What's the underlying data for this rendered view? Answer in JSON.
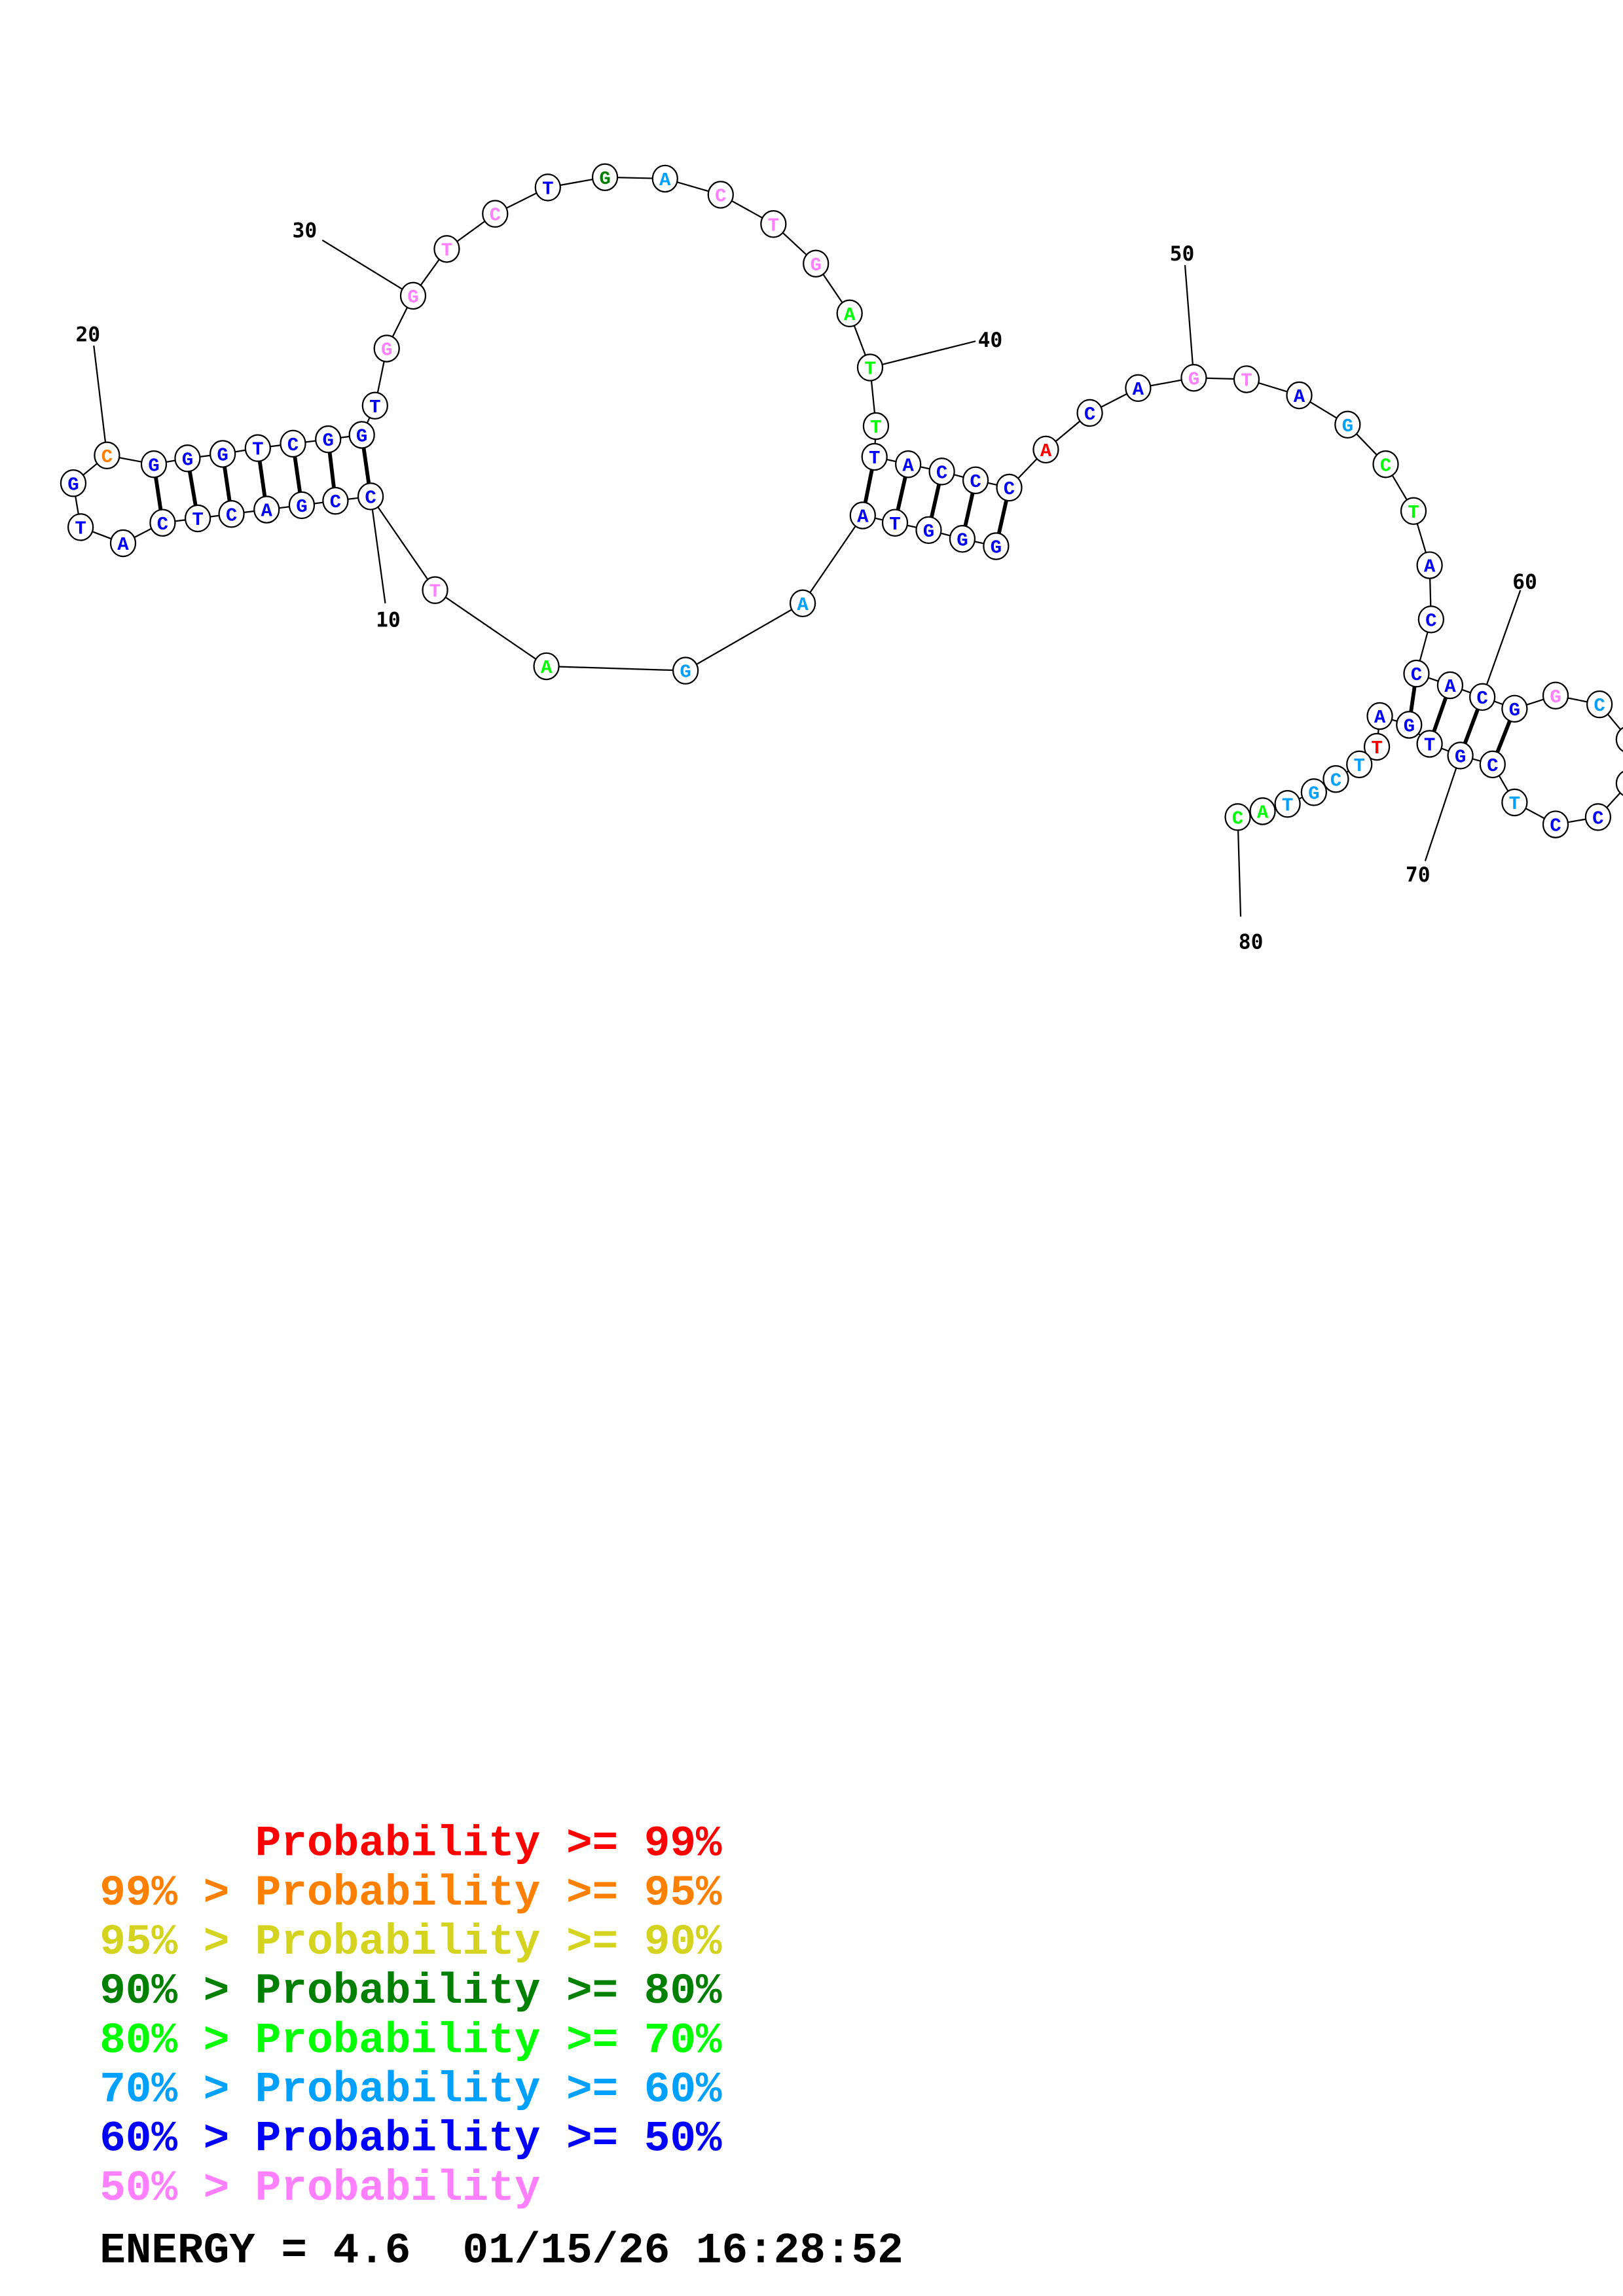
{
  "diagram": {
    "type": "rna-secondary-structure",
    "sequence": [
      {
        "n": 1,
        "base": "G",
        "prob_class": 6
      },
      {
        "n": 2,
        "base": "G",
        "prob_class": 6
      },
      {
        "n": 3,
        "base": "G",
        "prob_class": 6
      },
      {
        "n": 4,
        "base": "T",
        "prob_class": 6
      },
      {
        "n": 5,
        "base": "A",
        "prob_class": 6
      },
      {
        "n": 6,
        "base": "A",
        "prob_class": 5
      },
      {
        "n": 7,
        "base": "G",
        "prob_class": 5
      },
      {
        "n": 8,
        "base": "A",
        "prob_class": 4
      },
      {
        "n": 9,
        "base": "T",
        "prob_class": 7
      },
      {
        "n": 10,
        "base": "C",
        "prob_class": 6
      },
      {
        "n": 11,
        "base": "C",
        "prob_class": 6
      },
      {
        "n": 12,
        "base": "G",
        "prob_class": 6
      },
      {
        "n": 13,
        "base": "A",
        "prob_class": 6
      },
      {
        "n": 14,
        "base": "C",
        "prob_class": 6
      },
      {
        "n": 15,
        "base": "T",
        "prob_class": 6
      },
      {
        "n": 16,
        "base": "C",
        "prob_class": 6
      },
      {
        "n": 17,
        "base": "A",
        "prob_class": 6
      },
      {
        "n": 18,
        "base": "T",
        "prob_class": 6
      },
      {
        "n": 19,
        "base": "G",
        "prob_class": 6
      },
      {
        "n": 20,
        "base": "C",
        "prob_class": 1
      },
      {
        "n": 21,
        "base": "G",
        "prob_class": 6
      },
      {
        "n": 22,
        "base": "G",
        "prob_class": 6
      },
      {
        "n": 23,
        "base": "G",
        "prob_class": 6
      },
      {
        "n": 24,
        "base": "T",
        "prob_class": 6
      },
      {
        "n": 25,
        "base": "C",
        "prob_class": 6
      },
      {
        "n": 26,
        "base": "G",
        "prob_class": 6
      },
      {
        "n": 27,
        "base": "G",
        "prob_class": 6
      },
      {
        "n": 28,
        "base": "T",
        "prob_class": 6
      },
      {
        "n": 29,
        "base": "G",
        "prob_class": 7
      },
      {
        "n": 30,
        "base": "G",
        "prob_class": 7
      },
      {
        "n": 31,
        "base": "T",
        "prob_class": 7
      },
      {
        "n": 32,
        "base": "C",
        "prob_class": 7
      },
      {
        "n": 33,
        "base": "T",
        "prob_class": 6
      },
      {
        "n": 34,
        "base": "G",
        "prob_class": 3
      },
      {
        "n": 35,
        "base": "A",
        "prob_class": 5
      },
      {
        "n": 36,
        "base": "C",
        "prob_class": 7
      },
      {
        "n": 37,
        "base": "T",
        "prob_class": 7
      },
      {
        "n": 38,
        "base": "G",
        "prob_class": 7
      },
      {
        "n": 39,
        "base": "A",
        "prob_class": 4
      },
      {
        "n": 40,
        "base": "T",
        "prob_class": 4
      },
      {
        "n": 41,
        "base": "T",
        "prob_class": 4
      },
      {
        "n": 42,
        "base": "T",
        "prob_class": 6
      },
      {
        "n": 43,
        "base": "A",
        "prob_class": 6
      },
      {
        "n": 44,
        "base": "C",
        "prob_class": 6
      },
      {
        "n": 45,
        "base": "C",
        "prob_class": 6
      },
      {
        "n": 46,
        "base": "C",
        "prob_class": 6
      },
      {
        "n": 47,
        "base": "A",
        "prob_class": 0
      },
      {
        "n": 48,
        "base": "C",
        "prob_class": 6
      },
      {
        "n": 49,
        "base": "A",
        "prob_class": 6
      },
      {
        "n": 50,
        "base": "G",
        "prob_class": 7
      },
      {
        "n": 51,
        "base": "T",
        "prob_class": 7
      },
      {
        "n": 52,
        "base": "A",
        "prob_class": 6
      },
      {
        "n": 53,
        "base": "G",
        "prob_class": 5
      },
      {
        "n": 54,
        "base": "C",
        "prob_class": 4
      },
      {
        "n": 55,
        "base": "T",
        "prob_class": 4
      },
      {
        "n": 56,
        "base": "A",
        "prob_class": 6
      },
      {
        "n": 57,
        "base": "C",
        "prob_class": 6
      },
      {
        "n": 58,
        "base": "C",
        "prob_class": 6
      },
      {
        "n": 59,
        "base": "A",
        "prob_class": 6
      },
      {
        "n": 60,
        "base": "C",
        "prob_class": 6
      },
      {
        "n": 61,
        "base": "G",
        "prob_class": 6
      },
      {
        "n": 62,
        "base": "G",
        "prob_class": 7
      },
      {
        "n": 63,
        "base": "C",
        "prob_class": 5
      },
      {
        "n": 64,
        "base": "A",
        "prob_class": 0
      },
      {
        "n": 65,
        "base": "A",
        "prob_class": 2
      },
      {
        "n": 66,
        "base": "C",
        "prob_class": 6
      },
      {
        "n": 67,
        "base": "C",
        "prob_class": 6
      },
      {
        "n": 68,
        "base": "T",
        "prob_class": 5
      },
      {
        "n": 69,
        "base": "C",
        "prob_class": 6
      },
      {
        "n": 70,
        "base": "G",
        "prob_class": 6
      },
      {
        "n": 71,
        "base": "T",
        "prob_class": 6
      },
      {
        "n": 72,
        "base": "G",
        "prob_class": 6
      },
      {
        "n": 73,
        "base": "A",
        "prob_class": 6
      },
      {
        "n": 74,
        "base": "T",
        "prob_class": 0
      },
      {
        "n": 75,
        "base": "T",
        "prob_class": 5
      },
      {
        "n": 76,
        "base": "C",
        "prob_class": 5
      },
      {
        "n": 77,
        "base": "G",
        "prob_class": 5
      },
      {
        "n": 78,
        "base": "T",
        "prob_class": 5
      },
      {
        "n": 79,
        "base": "A",
        "prob_class": 4
      },
      {
        "n": 80,
        "base": "C",
        "prob_class": 4
      }
    ],
    "pairs": [
      [
        1,
        46
      ],
      [
        2,
        45
      ],
      [
        3,
        44
      ],
      [
        4,
        43
      ],
      [
        5,
        42
      ],
      [
        10,
        27
      ],
      [
        11,
        26
      ],
      [
        12,
        25
      ],
      [
        13,
        24
      ],
      [
        14,
        23
      ],
      [
        15,
        22
      ],
      [
        16,
        21
      ],
      [
        58,
        72
      ],
      [
        59,
        71
      ],
      [
        60,
        70
      ],
      [
        61,
        69
      ]
    ],
    "position_labels": [
      {
        "n": 10,
        "text": "10"
      },
      {
        "n": 20,
        "text": "20"
      },
      {
        "n": 30,
        "text": "30"
      },
      {
        "n": 40,
        "text": "40"
      },
      {
        "n": 50,
        "text": "50"
      },
      {
        "n": 60,
        "text": "60"
      },
      {
        "n": 70,
        "text": "70"
      },
      {
        "n": 80,
        "text": "80"
      }
    ]
  },
  "class_colors": [
    "#ff0000",
    "#ff8000",
    "#d4d420",
    "#008000",
    "#00ff00",
    "#00a0ff",
    "#0000ff",
    "#ff80ff"
  ],
  "legend": [
    {
      "text": "      Probability >= 99%",
      "color": "#ff0000"
    },
    {
      "text": "99% > Probability >= 95%",
      "color": "#ff8000"
    },
    {
      "text": "95% > Probability >= 90%",
      "color": "#d4d420"
    },
    {
      "text": "90% > Probability >= 80%",
      "color": "#008000"
    },
    {
      "text": "80% > Probability >= 70%",
      "color": "#00ff00"
    },
    {
      "text": "70% > Probability >= 60%",
      "color": "#00a0ff"
    },
    {
      "text": "60% > Probability >= 50%",
      "color": "#0000ff"
    },
    {
      "text": "50% > Probability",
      "color": "#ff80ff"
    }
  ],
  "footer": {
    "energy": "ENERGY = 4.6  01/15/26 16:28:52"
  }
}
